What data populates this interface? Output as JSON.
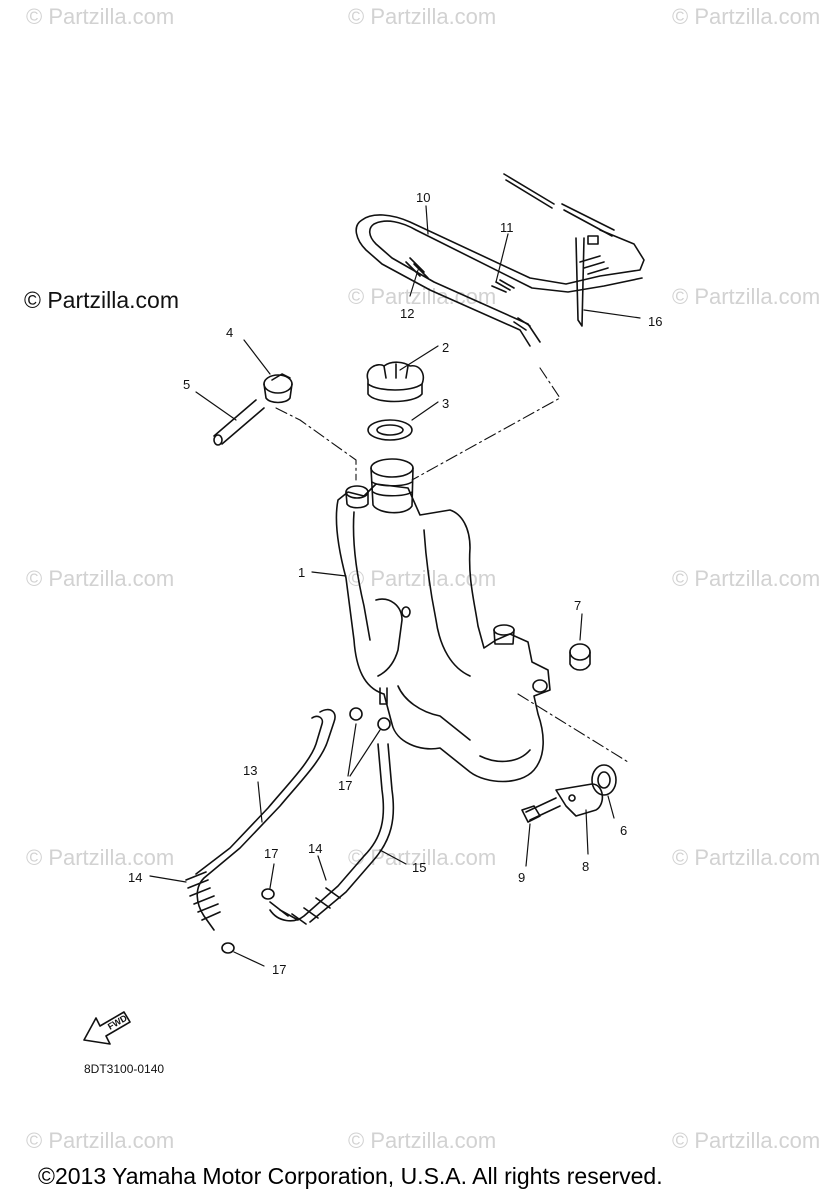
{
  "watermark": "© Partzilla.com",
  "brand_watermark": "© Partzilla.com",
  "diagram_code": "8DT3100-0140",
  "fwd_label": "FWD",
  "copyright": "©2013  Yamaha Motor Corporation, U.S.A. All rights reserved.",
  "callouts": [
    "1",
    "2",
    "3",
    "4",
    "5",
    "6",
    "7",
    "8",
    "9",
    "10",
    "11",
    "12",
    "13",
    "14",
    "14",
    "15",
    "16",
    "17",
    "17",
    "17"
  ],
  "colors": {
    "line": "#111111",
    "watermark": "#d2d2d2",
    "background": "#ffffff"
  }
}
